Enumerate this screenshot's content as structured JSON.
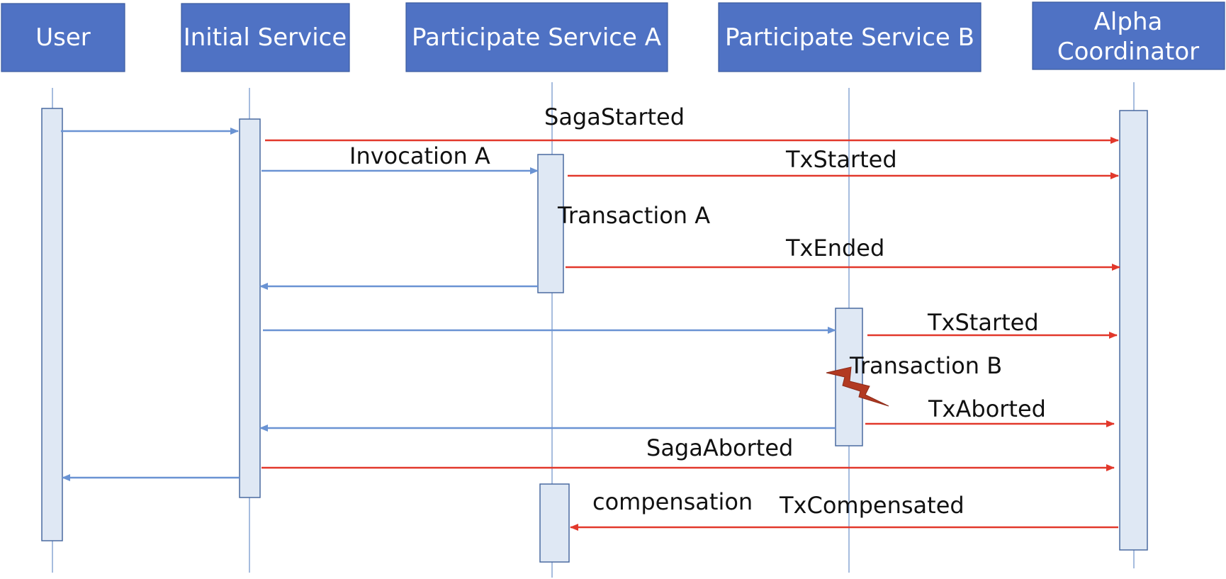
{
  "participants": [
    {
      "id": "user",
      "lines": [
        "User"
      ]
    },
    {
      "id": "initial",
      "lines": [
        "Initial Service"
      ]
    },
    {
      "id": "svc_a",
      "lines": [
        "Participate Service A"
      ]
    },
    {
      "id": "svc_b",
      "lines": [
        "Participate Service B"
      ]
    },
    {
      "id": "alpha",
      "lines": [
        "Alpha",
        "Coordinator"
      ]
    }
  ],
  "messages": {
    "saga_started": "SagaStarted",
    "invocation_a": "Invocation A",
    "tx_started_a": "TxStarted",
    "transaction_a": "Transaction A",
    "tx_ended": "TxEnded",
    "tx_started_b": "TxStarted",
    "transaction_b": "Transaction B",
    "tx_aborted": "TxAborted",
    "saga_aborted": "SagaAborted",
    "compensation": "compensation",
    "tx_compensated": "TxCompensated"
  },
  "colors": {
    "header_fill": "#4f72c4",
    "call_arrow": "#6a93d3",
    "event_arrow": "#e2382b",
    "activation_fill": "#dfe8f4",
    "failure_bolt": "#b23a22"
  },
  "icons": {
    "failure": "lightning-bolt-icon"
  }
}
